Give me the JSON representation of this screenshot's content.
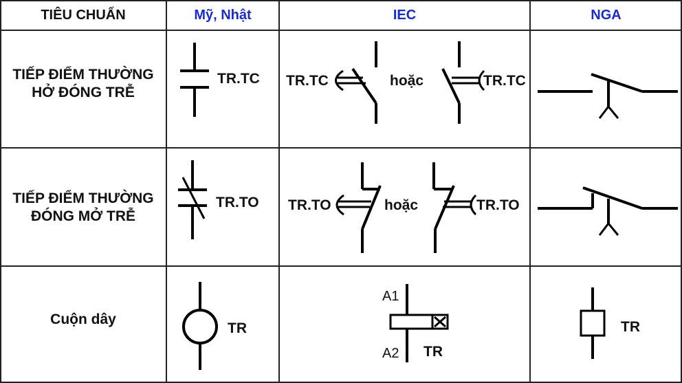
{
  "header": {
    "col0": "TIÊU CHUẨN",
    "col1": "Mỹ, Nhật",
    "col2": "IEC",
    "col3": "NGA",
    "col0_color": "#111111",
    "std_color": "#1a2cc8"
  },
  "rows": [
    {
      "label_line1": "TIẾP ĐIỂM THƯỜNG",
      "label_line2": "HỞ ĐÓNG TRỄ",
      "us_jp_tag": "TR.TC",
      "iec_left_tag": "TR.TC",
      "iec_or": "hoặc",
      "iec_right_tag": "TR.TC"
    },
    {
      "label_line1": "TIẾP ĐIỂM THƯỜNG",
      "label_line2": "ĐÓNG MỞ TRỄ",
      "us_jp_tag": "TR.TO",
      "iec_left_tag": "TR.TO",
      "iec_or": "hoặc",
      "iec_right_tag": "TR.TO"
    },
    {
      "label_line1": "Cuộn dây",
      "us_jp_tag": "TR",
      "iec_a1": "A1",
      "iec_a2": "A2",
      "iec_tag": "TR",
      "russia_tag": "TR"
    }
  ]
}
